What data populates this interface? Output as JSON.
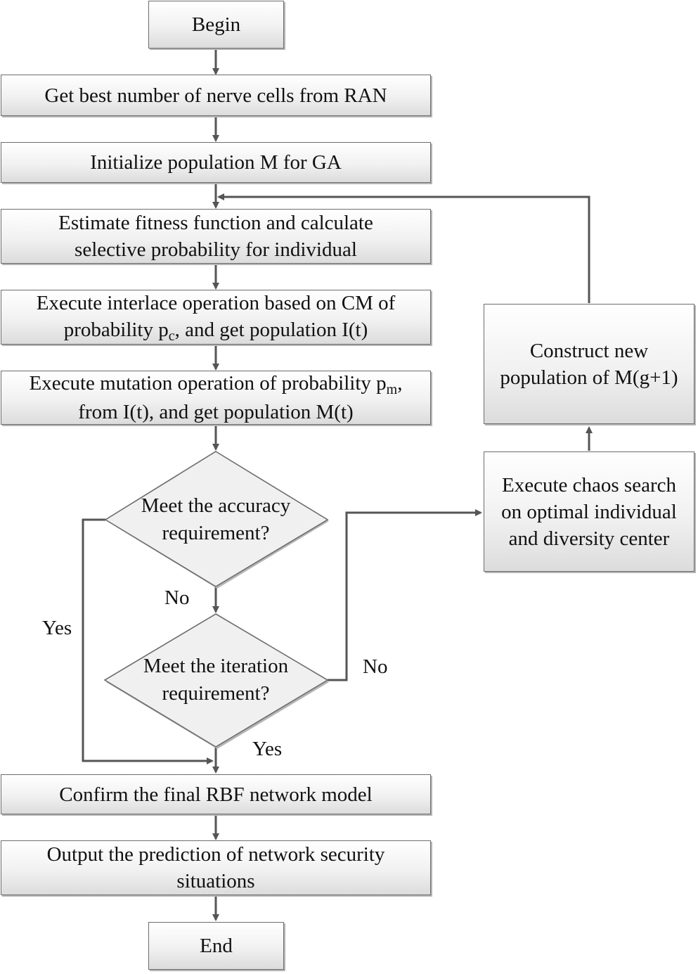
{
  "nodes": {
    "begin": "Begin",
    "get_best": "Get best number of nerve cells from RAN",
    "initialize": "Initialize population M for GA",
    "estimate": [
      "Estimate fitness function and calculate",
      "selective probability for individual"
    ],
    "interlace": {
      "line1": "Execute interlace operation based on CM of",
      "line2_pre": "probability p",
      "line2_sub": "c",
      "line2_post": ", and get population I(t)"
    },
    "mutation": {
      "line1_pre": "Execute mutation operation of probability p",
      "line1_sub": "m",
      "line1_post": ",",
      "line2": "from I(t), and get population M(t)"
    },
    "accuracy": [
      "Meet the accuracy",
      "requirement?"
    ],
    "iteration": [
      "Meet the iteration",
      "requirement?"
    ],
    "chaos": [
      "Execute chaos search",
      "on optimal individual",
      "and diversity center"
    ],
    "construct": [
      "Construct new",
      "population of M(g+1)"
    ],
    "confirm": "Confirm the final RBF network model",
    "output": [
      "Output the prediction of network security",
      "situations"
    ],
    "end": "End"
  },
  "edge_labels": {
    "accuracy_no": "No",
    "accuracy_yes": "Yes",
    "iteration_no": "No",
    "iteration_yes": "Yes"
  },
  "colors": {
    "stroke": "#555555",
    "box_border": "#6d6d6d"
  }
}
